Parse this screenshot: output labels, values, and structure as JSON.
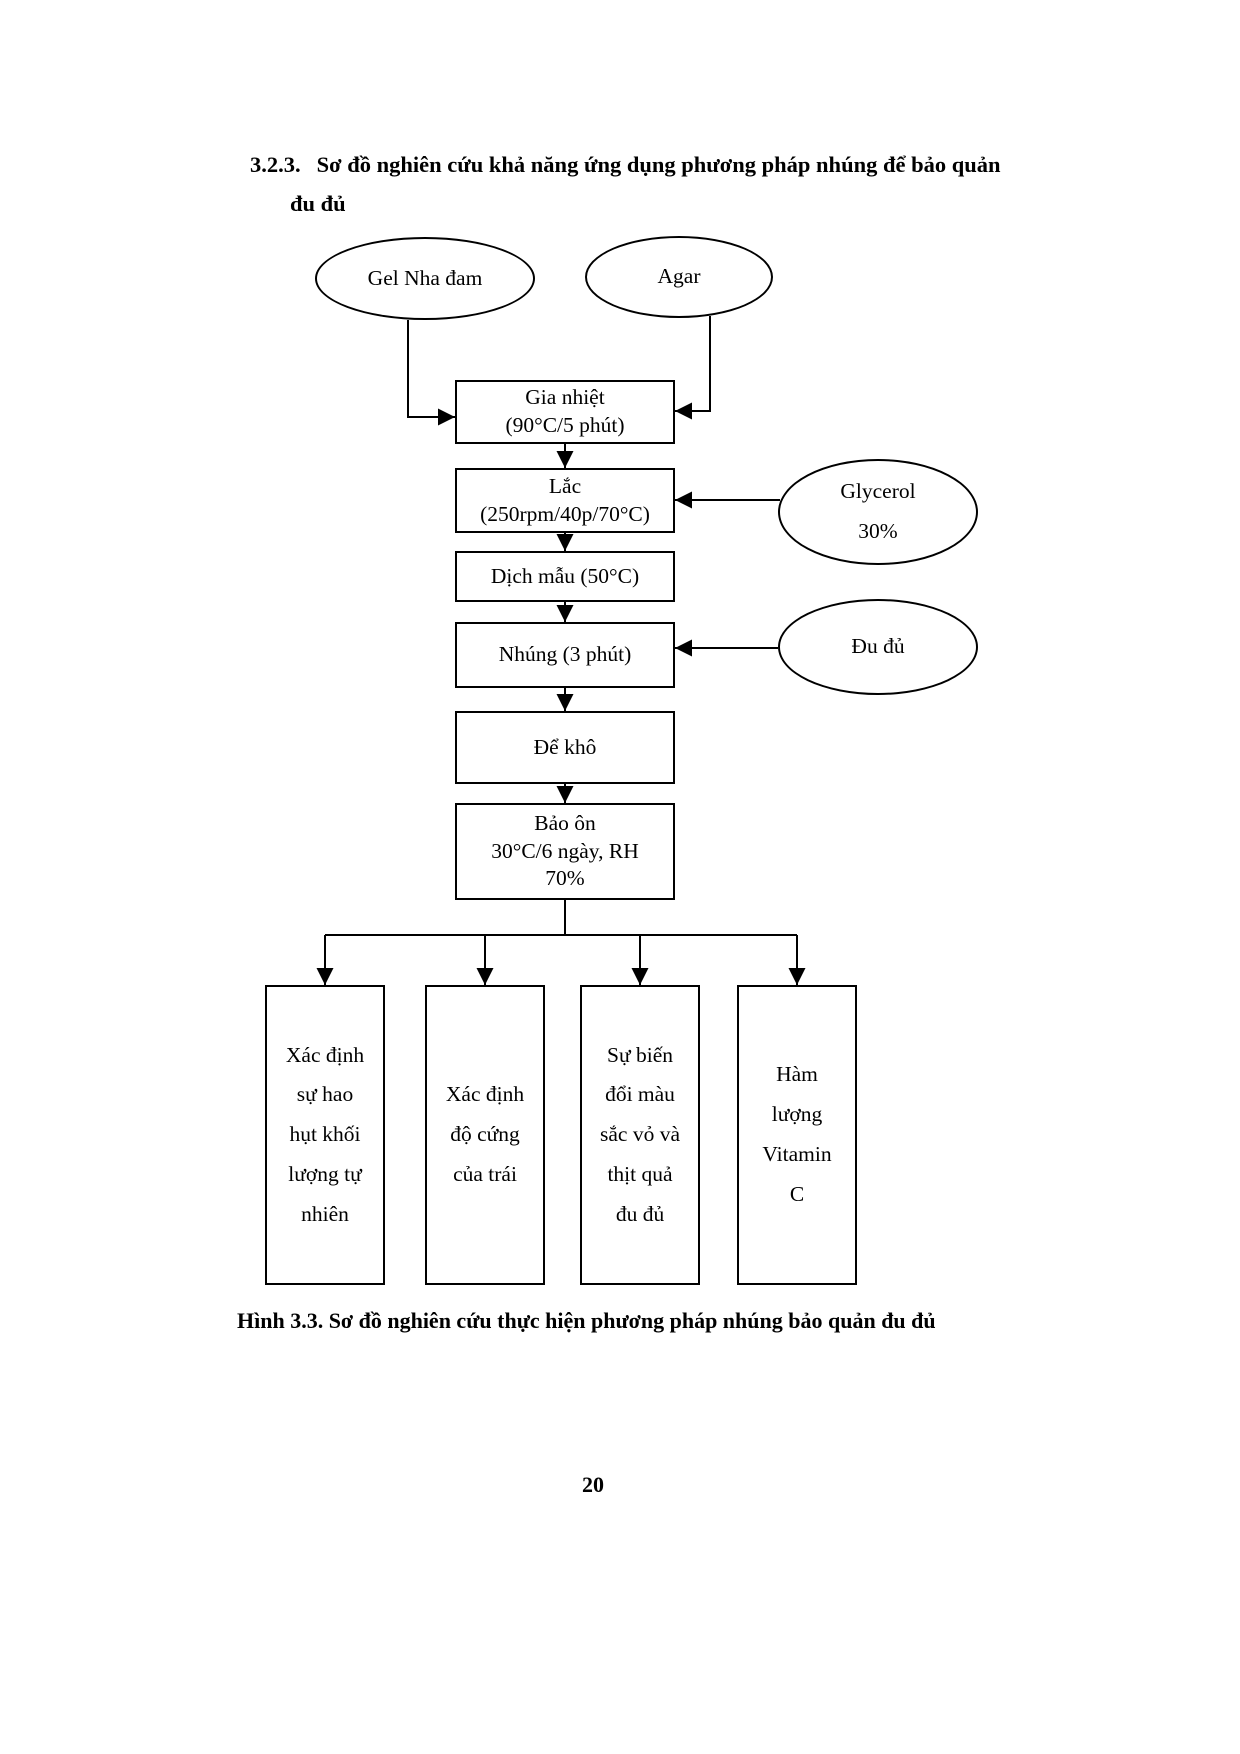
{
  "heading": {
    "number": "3.2.3.",
    "line1": "Sơ đồ nghiên cứu khả năng ứng dụng phương pháp nhúng để bảo quản",
    "line2": "đu đủ"
  },
  "diagram": {
    "gel_aloe": "Gel Nha đam",
    "agar": "Agar",
    "glycerol": {
      "line1": "Glycerol",
      "line2": "30%"
    },
    "papaya": "Đu đủ",
    "heating": {
      "line1": "Gia nhiệt",
      "line2": "(90°C/5 phút)"
    },
    "shaking": {
      "line1": "Lắc",
      "line2": "(250rpm/40p/70°C)"
    },
    "sample_solution": "Dịch mẫu (50°C)",
    "dipping": "Nhúng (3 phút)",
    "drying": "Để khô",
    "storage": {
      "line1": "Bảo ôn",
      "line2": "30°C/6 ngày, RH",
      "line3": "70%"
    },
    "outputs": [
      {
        "text": "Xác định\nsự hao\nhụt khối\nlượng tự\nnhiên"
      },
      {
        "text": "Xác định\nđộ cứng\ncủa trái"
      },
      {
        "text": "Sự biến\nđổi màu\nsắc vỏ và\nthịt quả\nđu đủ"
      },
      {
        "text": "Hàm\nlượng\nVitamin\nC"
      }
    ]
  },
  "caption": "Hình 3.3. Sơ đồ nghiên cứu thực hiện phương pháp nhúng bảo quản đu đủ",
  "page_number": "20"
}
